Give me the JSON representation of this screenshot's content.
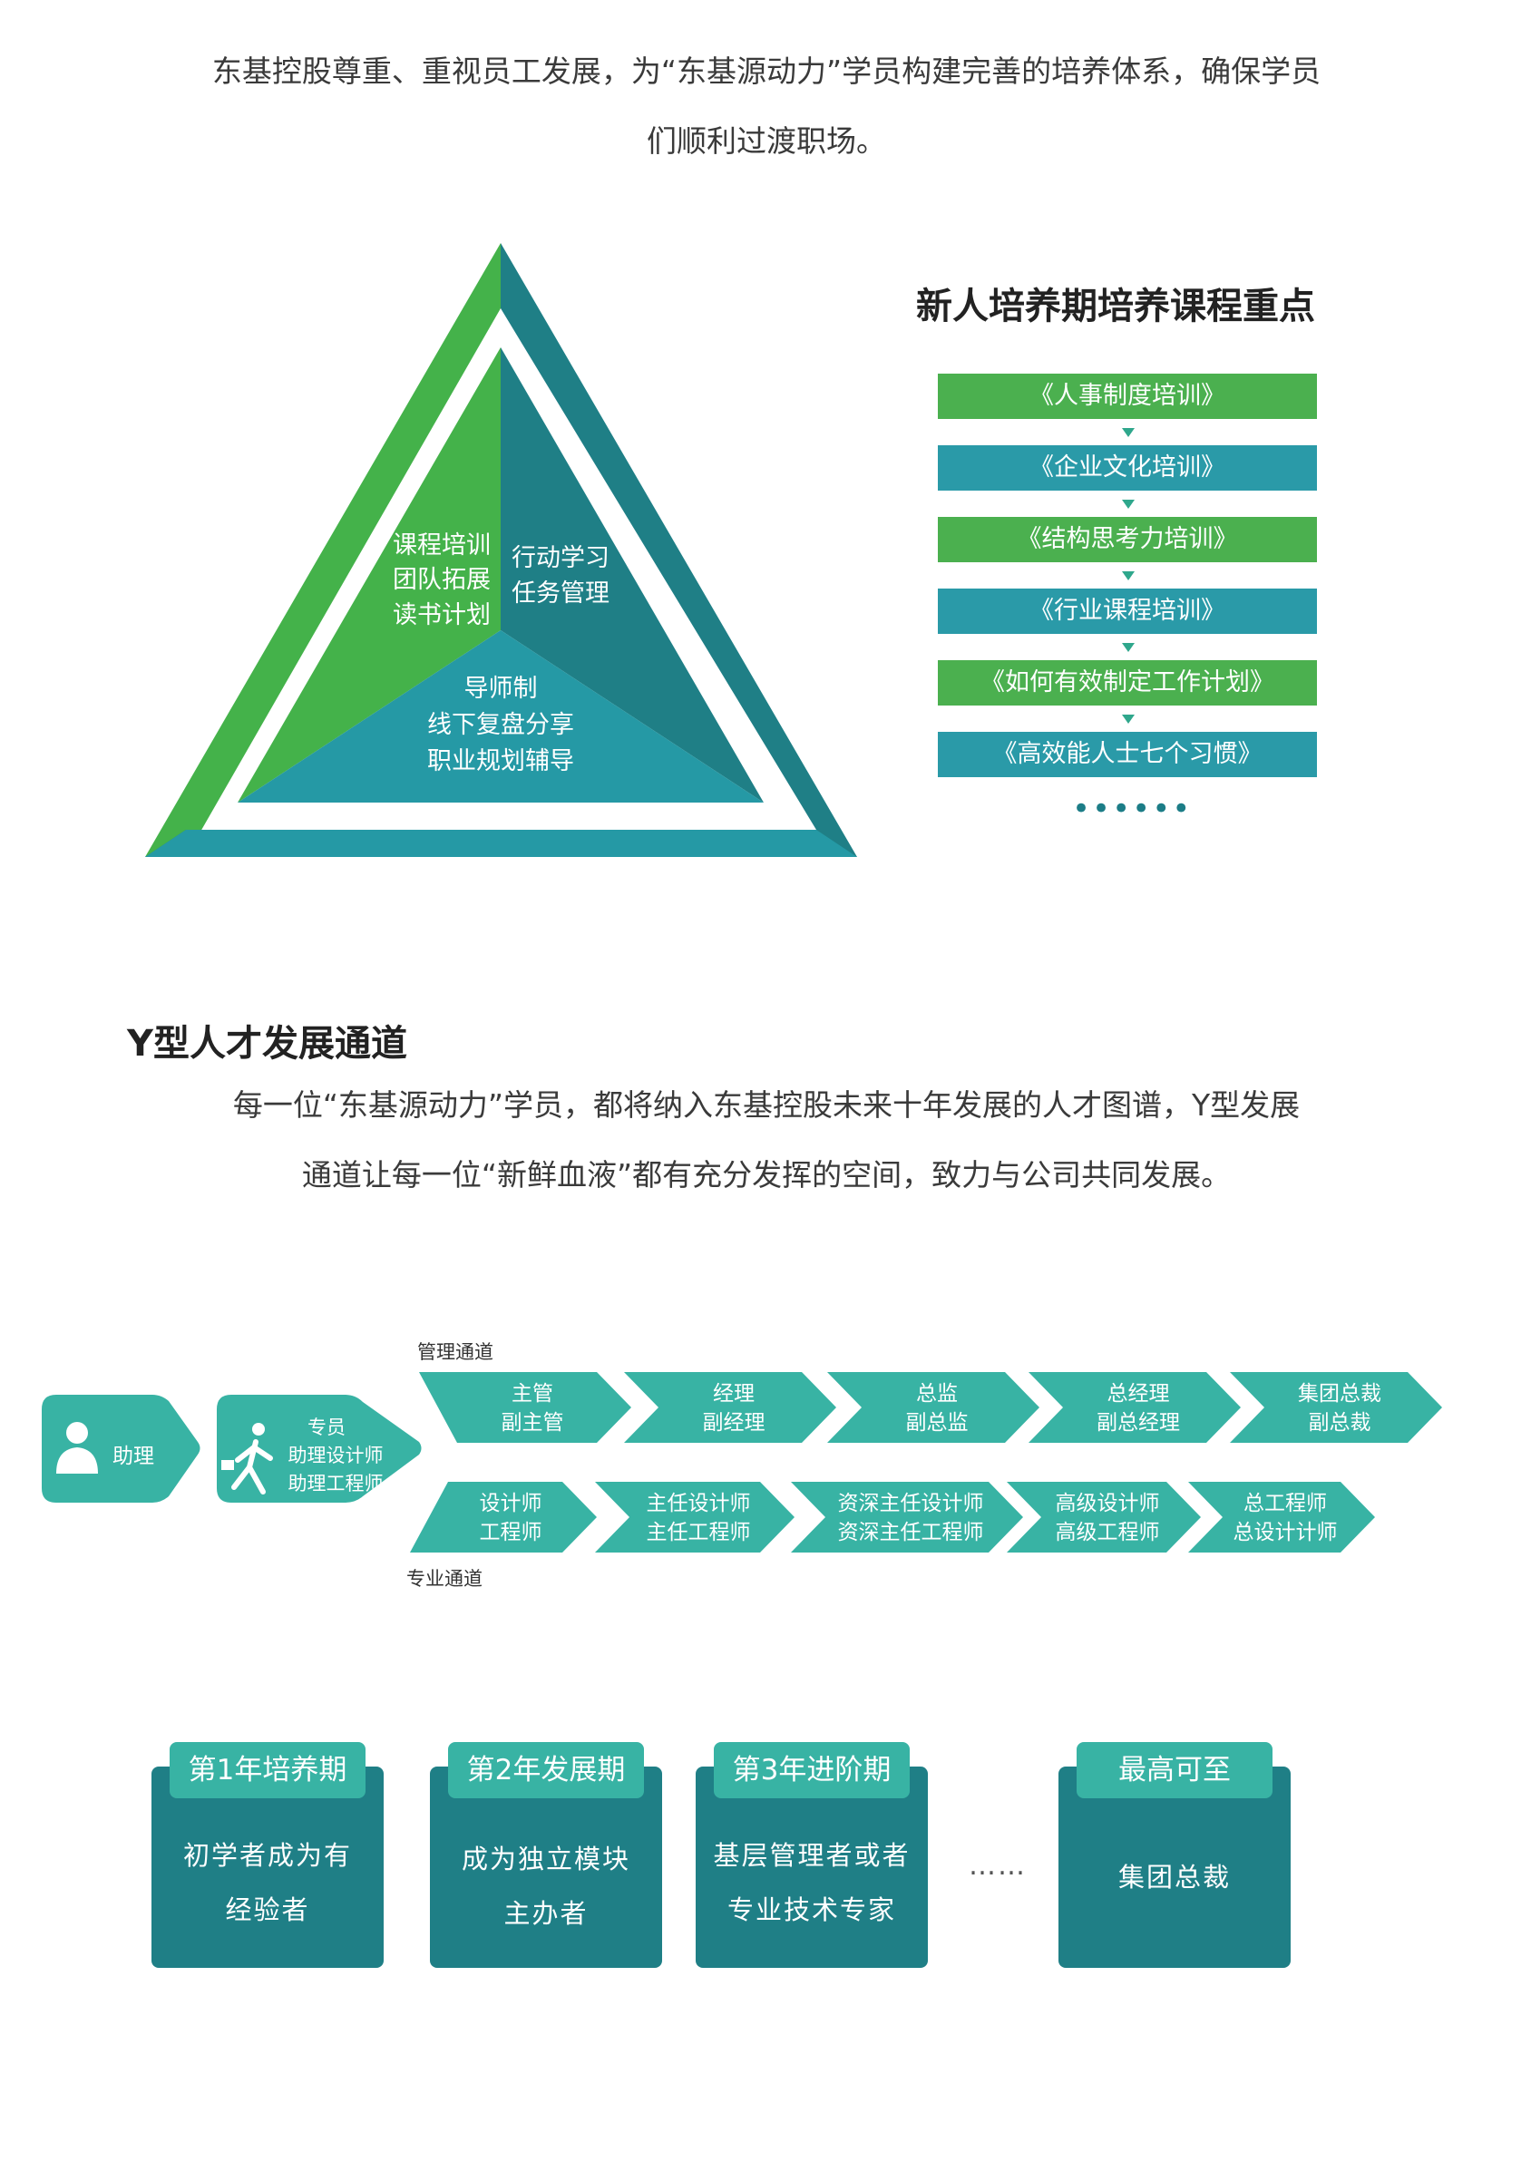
{
  "intro": {
    "line1": "东基控股尊重、重视员工发展，为“东基源动力”学员构建完善的培养体系，确保学员",
    "line2": "们顺利过渡职场。"
  },
  "triangle": {
    "left_lines": [
      "课程培训",
      "团队拓展",
      "读书计划"
    ],
    "right_lines": [
      "行动学习",
      "任务管理"
    ],
    "bottom_lines": [
      "导师制",
      "线下复盘分享",
      "职业规划辅导"
    ],
    "colors": {
      "green": "#44b24a",
      "dark_teal": "#1f7f86",
      "teal": "#2599a5"
    }
  },
  "courses": {
    "heading": "新人培养期培养课程重点",
    "items": [
      {
        "label": "《人事制度培训》",
        "color": "green"
      },
      {
        "label": "《企业文化培训》",
        "color": "teal"
      },
      {
        "label": "《结构思考力培训》",
        "color": "green"
      },
      {
        "label": "《行业课程培训》",
        "color": "teal"
      },
      {
        "label": "《如何有效制定工作计划》",
        "color": "green"
      },
      {
        "label": "《高效能人士七个习惯》",
        "color": "teal"
      }
    ],
    "more": "••••••"
  },
  "y_channel": {
    "heading": "Y型人才发展通道",
    "line1": "每一位“东基源动力”学员，都将纳入东基控股未来十年发展的人才图谱，Y型发展",
    "line2": "通道让每一位“新鲜血液”都有充分发挥的空间，致力与公司共同发展。",
    "start": {
      "label": "助理",
      "icon": "person-icon"
    },
    "second": {
      "lines": [
        "专员",
        "助理设计师",
        "助理工程师"
      ],
      "icon": "running-person-icon"
    },
    "management_label": "管理通道",
    "management": [
      [
        "主管",
        "副主管"
      ],
      [
        "经理",
        "副经理"
      ],
      [
        "总监",
        "副总监"
      ],
      [
        "总经理",
        "副总经理"
      ],
      [
        "集团总裁",
        "副总裁"
      ]
    ],
    "professional_label": "专业通道",
    "professional": [
      [
        "设计师",
        "工程师"
      ],
      [
        "主任设计师",
        "主任工程师"
      ],
      [
        "资深主任设计师",
        "资深主任工程师"
      ],
      [
        "高级设计师",
        "高级工程师"
      ],
      [
        "总工程师",
        "总设计计师"
      ]
    ]
  },
  "stages": [
    {
      "tag": "第1年培养期",
      "lines": [
        "初学者成为有",
        "经验者"
      ]
    },
    {
      "tag": "第2年发展期",
      "lines": [
        "成为独立模块",
        "主办者"
      ]
    },
    {
      "tag": "第3年进阶期",
      "lines": [
        "基层管理者或者",
        "专业技术专家"
      ]
    },
    {
      "tag": "最高可至",
      "lines": [
        "集团总裁"
      ]
    }
  ],
  "stage_ellipsis": "……"
}
